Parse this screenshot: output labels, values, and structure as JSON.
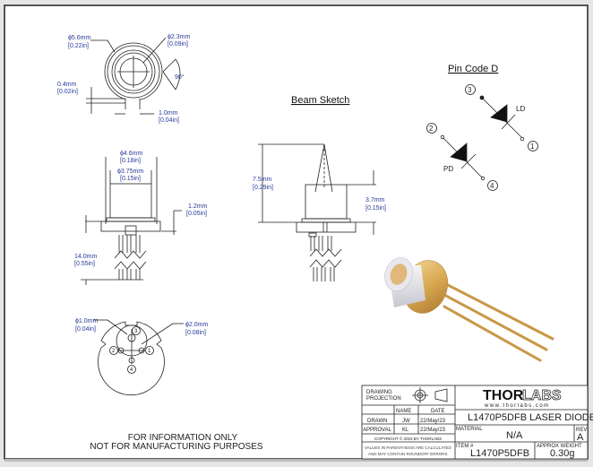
{
  "views": {
    "top_view": {
      "dia_outer": "ϕ5.6mm",
      "dia_outer_in": "[0.22in]",
      "dia_window": "ϕ2.3mm",
      "dia_window_in": "[0.09in]",
      "angle": "90°",
      "notch_depth": "0.4mm",
      "notch_depth_in": "[0.02in]",
      "notch_width": "1.0mm",
      "notch_width_in": "[0.04in]"
    },
    "side_view": {
      "flange_dia": "ϕ4.6mm",
      "flange_dia_in": "[0.18in]",
      "cap_dia": "ϕ3.75mm",
      "cap_dia_in": "[0.15in]",
      "flange_thickness": "1.2mm",
      "flange_thickness_in": "[0.05in]",
      "lead_length": "14.0mm",
      "lead_length_in": "[0.55in]"
    },
    "bottom_view": {
      "pin_dia": "ϕ1.0mm",
      "pin_dia_in": "[0.04in]",
      "pin_circle": "ϕ2.0mm",
      "pin_circle_in": "[0.08in]",
      "pins": [
        "1",
        "2",
        "3",
        "4"
      ]
    },
    "beam_sketch": {
      "title": "Beam Sketch",
      "total_height": "7.5mm",
      "total_height_in": "[0.29in]",
      "cap_height": "3.7mm",
      "cap_height_in": "[0.15in]"
    },
    "pin_code": {
      "title": "Pin Code D",
      "ld_label": "LD",
      "pd_label": "PD",
      "pins": [
        "1",
        "2",
        "3",
        "4"
      ]
    }
  },
  "notice": {
    "line1": "FOR INFORMATION ONLY",
    "line2": "NOT FOR MANUFACTURING PURPOSES"
  },
  "title_block": {
    "projection_label_1": "DRAWING",
    "projection_label_2": "PROJECTION",
    "col_name": "NAME",
    "col_date": "DATE",
    "drawn_label": "DRAWN",
    "drawn_name": "JW",
    "drawn_date": "22/May/23",
    "approval_label": "APPROVAL",
    "approval_name": "KL",
    "approval_date": "22/May/23",
    "copyright": "COPYRIGHT © 2023 BY THORLABS",
    "values_note_1": "VALUES IN PARENTHESIS ARE CALCULATED",
    "values_note_2": "AND MAY CONTAIN ROUNDOFF ERRORS",
    "logo_left": "THOR",
    "logo_right": "LABS",
    "website": "www.thorlabs.com",
    "part_title": "L1470P5DFB LASER DIODE",
    "material_label": "MATERIAL",
    "material_value": "N/A",
    "rev_label": "REV",
    "rev_value": "A",
    "item_label": "ITEM #",
    "item_value": "L1470P5DFB",
    "weight_label": "APPROX WEIGHT",
    "weight_value": "0.30g"
  }
}
